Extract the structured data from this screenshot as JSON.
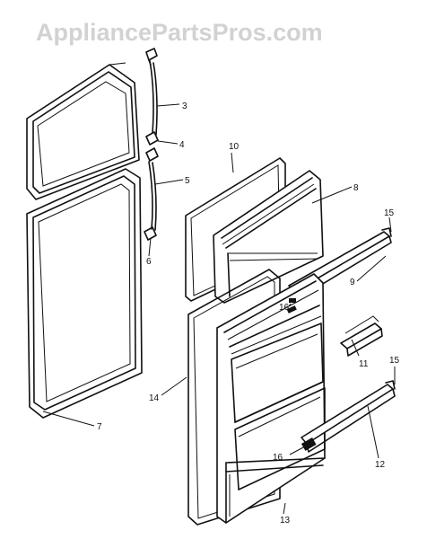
{
  "watermark": "AppliancePartsPros.com",
  "callouts": {
    "c3": "3",
    "c4": "4",
    "c5": "5",
    "c6": "6",
    "c7": "7",
    "c8": "8",
    "c9": "9",
    "c10": "10",
    "c11": "11",
    "c12": "12",
    "c13": "13",
    "c14": "14",
    "c15a": "15",
    "c15b": "15",
    "c16a": "16",
    "c16b": "16"
  }
}
